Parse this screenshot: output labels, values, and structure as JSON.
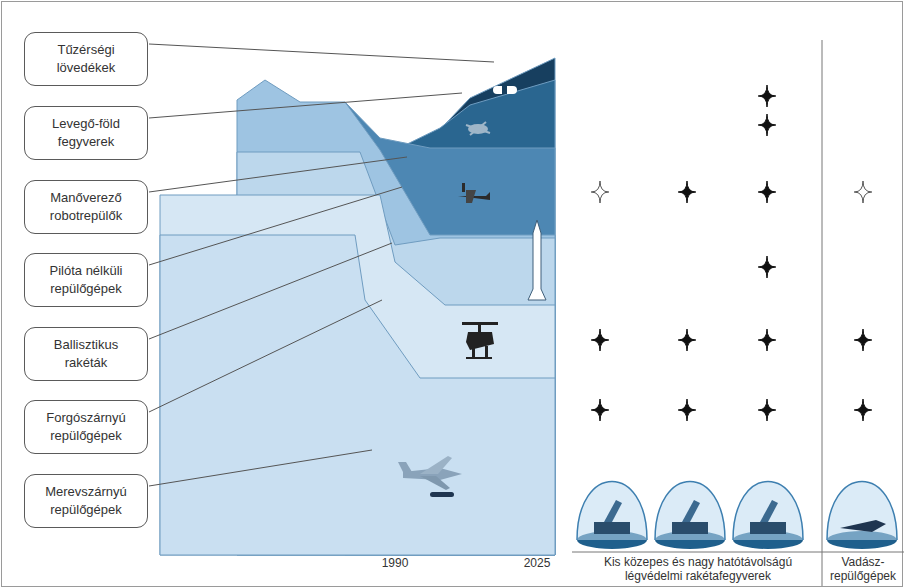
{
  "diagram": {
    "nodes": [
      {
        "text": [
          "Tűzérségi lövedékek"
        ]
      },
      {
        "text": [
          "Levegő-föld fegyverek"
        ]
      },
      {
        "text": [
          "Manőverező robotrepülők"
        ]
      },
      {
        "text": [
          "Pilóta nélküli repülőgépek"
        ]
      },
      {
        "text": [
          "Ballisztikus rakéták"
        ]
      },
      {
        "text": [
          "Forgószárnyú repülőgépek"
        ]
      },
      {
        "text": [
          "Merevszárnyú repülőgépek"
        ]
      }
    ],
    "labels": [
      "1990",
      "2025",
      "Kis közepes és nagy hatótávolságú légvédelmi rakétafegyverek",
      "Vadász- repülőgépek"
    ]
  }
}
